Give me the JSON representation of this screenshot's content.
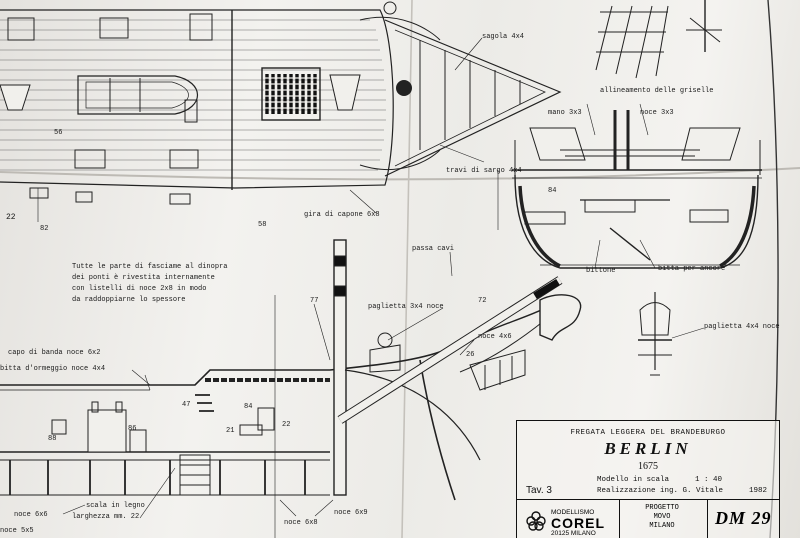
{
  "labels": {
    "sagola": "sagola 4x4",
    "allineamento": "allineamento delle griselle",
    "mano": "mano 3x3",
    "noce_3x3": "noce 3x3",
    "giro_capone": "gira di capone 6x8",
    "travi_sargo": "travi di sargo 4x4",
    "dim_56": "56",
    "dim_58": "58",
    "dim_82": "82",
    "dim_84": "84",
    "num_22": "22",
    "passacavi": "passa cavi",
    "paglietta": "paglietta 3x4 noce",
    "num_72": "72",
    "num_77": "77",
    "noce_4x6": "noce 4x6",
    "num_26": "26",
    "capo_banda": "capo di banda noce 6x2",
    "bitta_ormeggio": "bitta d'ormeggio noce 4x4",
    "num_47": "47",
    "num_21": "21",
    "num_84b": "84",
    "num_88": "88",
    "num_86": "86",
    "num_22b": "22",
    "noce_6x6": "noce 6x6",
    "scala_legno": "scala in legno",
    "larghezza": "larghezza mm. 22",
    "noce_5x5": "noce 5x5",
    "noce_6x9": "noce 6x9",
    "noce_6x8": "noce 6x8",
    "bittone": "bittone",
    "bitta_ancore": "bitta per ancore",
    "paglietta_4x4": "paglietta 4x4 noce"
  },
  "note": {
    "line1": "Tutte le parte di fasciame al dinopra",
    "line2": "dei ponti è rivestita internamente",
    "line3": "con listelli di noce 2x8 in modo",
    "line4": "da raddoppiarne lo spessore"
  },
  "title_block": {
    "subtitle": "FREGATA LEGGERA DEL BRANDEBURGO",
    "name": "BERLIN",
    "year": "1675",
    "scale_label": "Modello in scala",
    "scale": "1 : 40",
    "author": "Realizzazione ing. G. Vitale",
    "sheet": "Tav. 3",
    "date": "1982",
    "brand_top": "MODELLISMO",
    "brand": "COREL",
    "brand_city": "20125 MILANO",
    "design_line1": "PROGETTO",
    "design_line2": "MOVO",
    "design_line3": "MILANO",
    "code": "DM 29"
  },
  "colors": {
    "ink": "#111111",
    "paper": "#f1f0ec"
  }
}
